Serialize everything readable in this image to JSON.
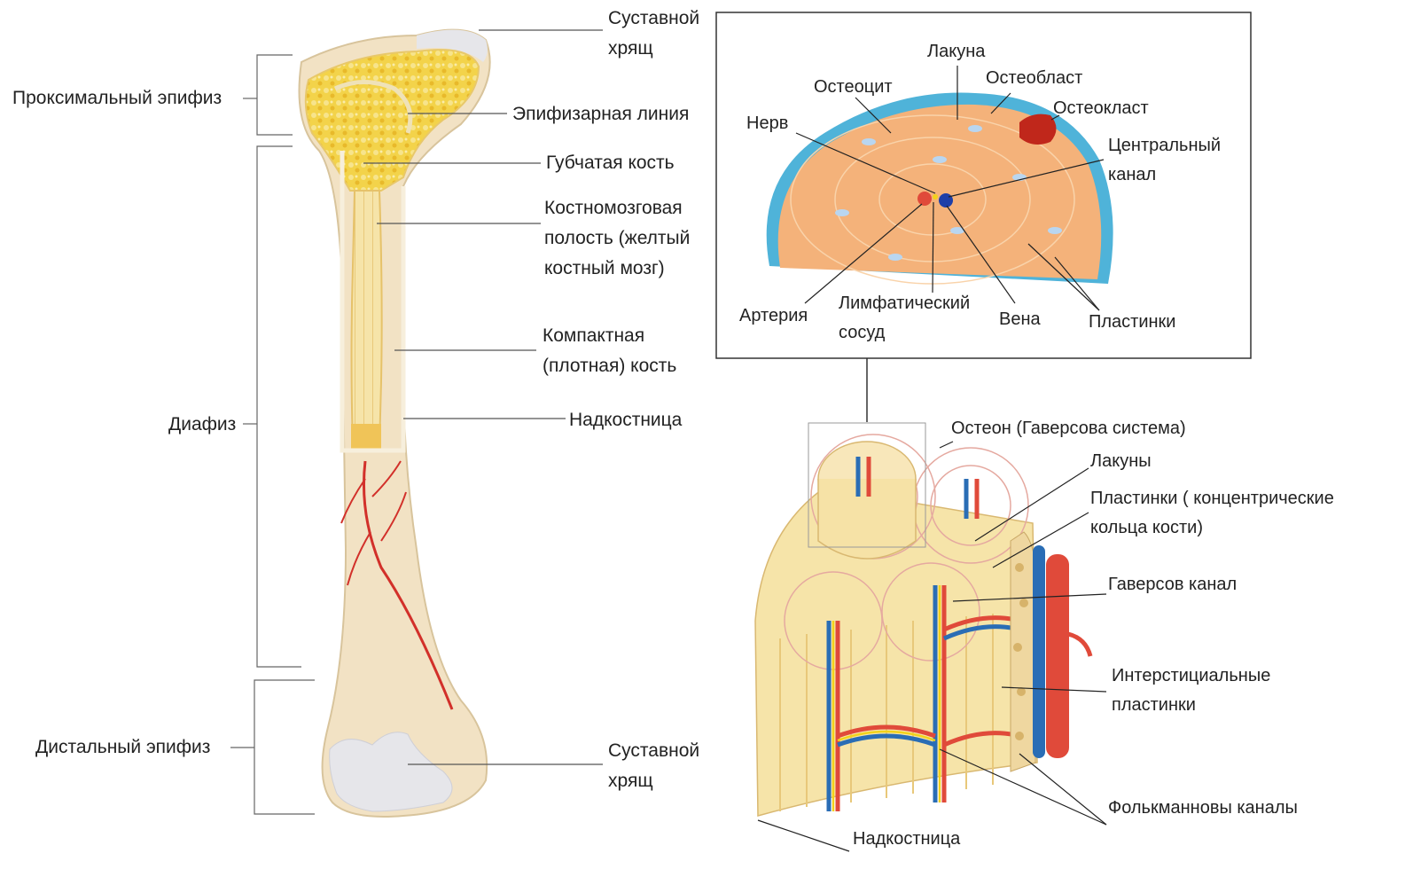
{
  "labels": {
    "proximal_epiphysis": "Проксимальный эпифиз",
    "diaphysis": "Диафиз",
    "distal_epiphysis": "Дистальный эпифиз",
    "articular_cartilage_top": "Суставной\nхрящ",
    "epiphyseal_line": "Эпифизарная линия",
    "spongy_bone": "Губчатая кость",
    "marrow_cavity": "Костномозговая\nполость (желтый\nкостный мозг)",
    "compact_bone": "Компактная\n(плотная) кость",
    "periosteum_left": "Надкостница",
    "articular_cartilage_bottom": "Суставной\nхрящ",
    "lacuna": "Лакуна",
    "osteocyte": "Остеоцит",
    "osteoblast": "Остеобласт",
    "osteoclast": "Остеокласт",
    "nerve": "Нерв",
    "central_canal": "Центральный\nканал",
    "artery": "Артерия",
    "lymphatic_vessel": "Лимфатический\nсосуд",
    "vein": "Вена",
    "lamellae_top": "Пластинки",
    "osteon": "Остеон (Гаверсова система)",
    "lacunae": "Лакуны",
    "lamellae_concentric": "Пластинки   ( концентрические\nкольца кости)",
    "haversian_canal": "Гаверсов канал",
    "interstitial_lamellae": "Интерстициальные\nпластинки",
    "volkmann_canals": "Фолькманновы каналы",
    "periosteum_bottom": "Надкостница"
  },
  "colors": {
    "bone": "#f2e2c4",
    "cartilage": "#e6e6ea",
    "spongy": "#f3d34a",
    "marrow": "#f5d86a",
    "artery": "#e04a3a",
    "vein": "#2a6db5",
    "lymph": "#f2d21a",
    "cell_border": "#4fb3d9",
    "osteon_fill": "#f4b27a",
    "osteoclast": "#c0271b"
  }
}
